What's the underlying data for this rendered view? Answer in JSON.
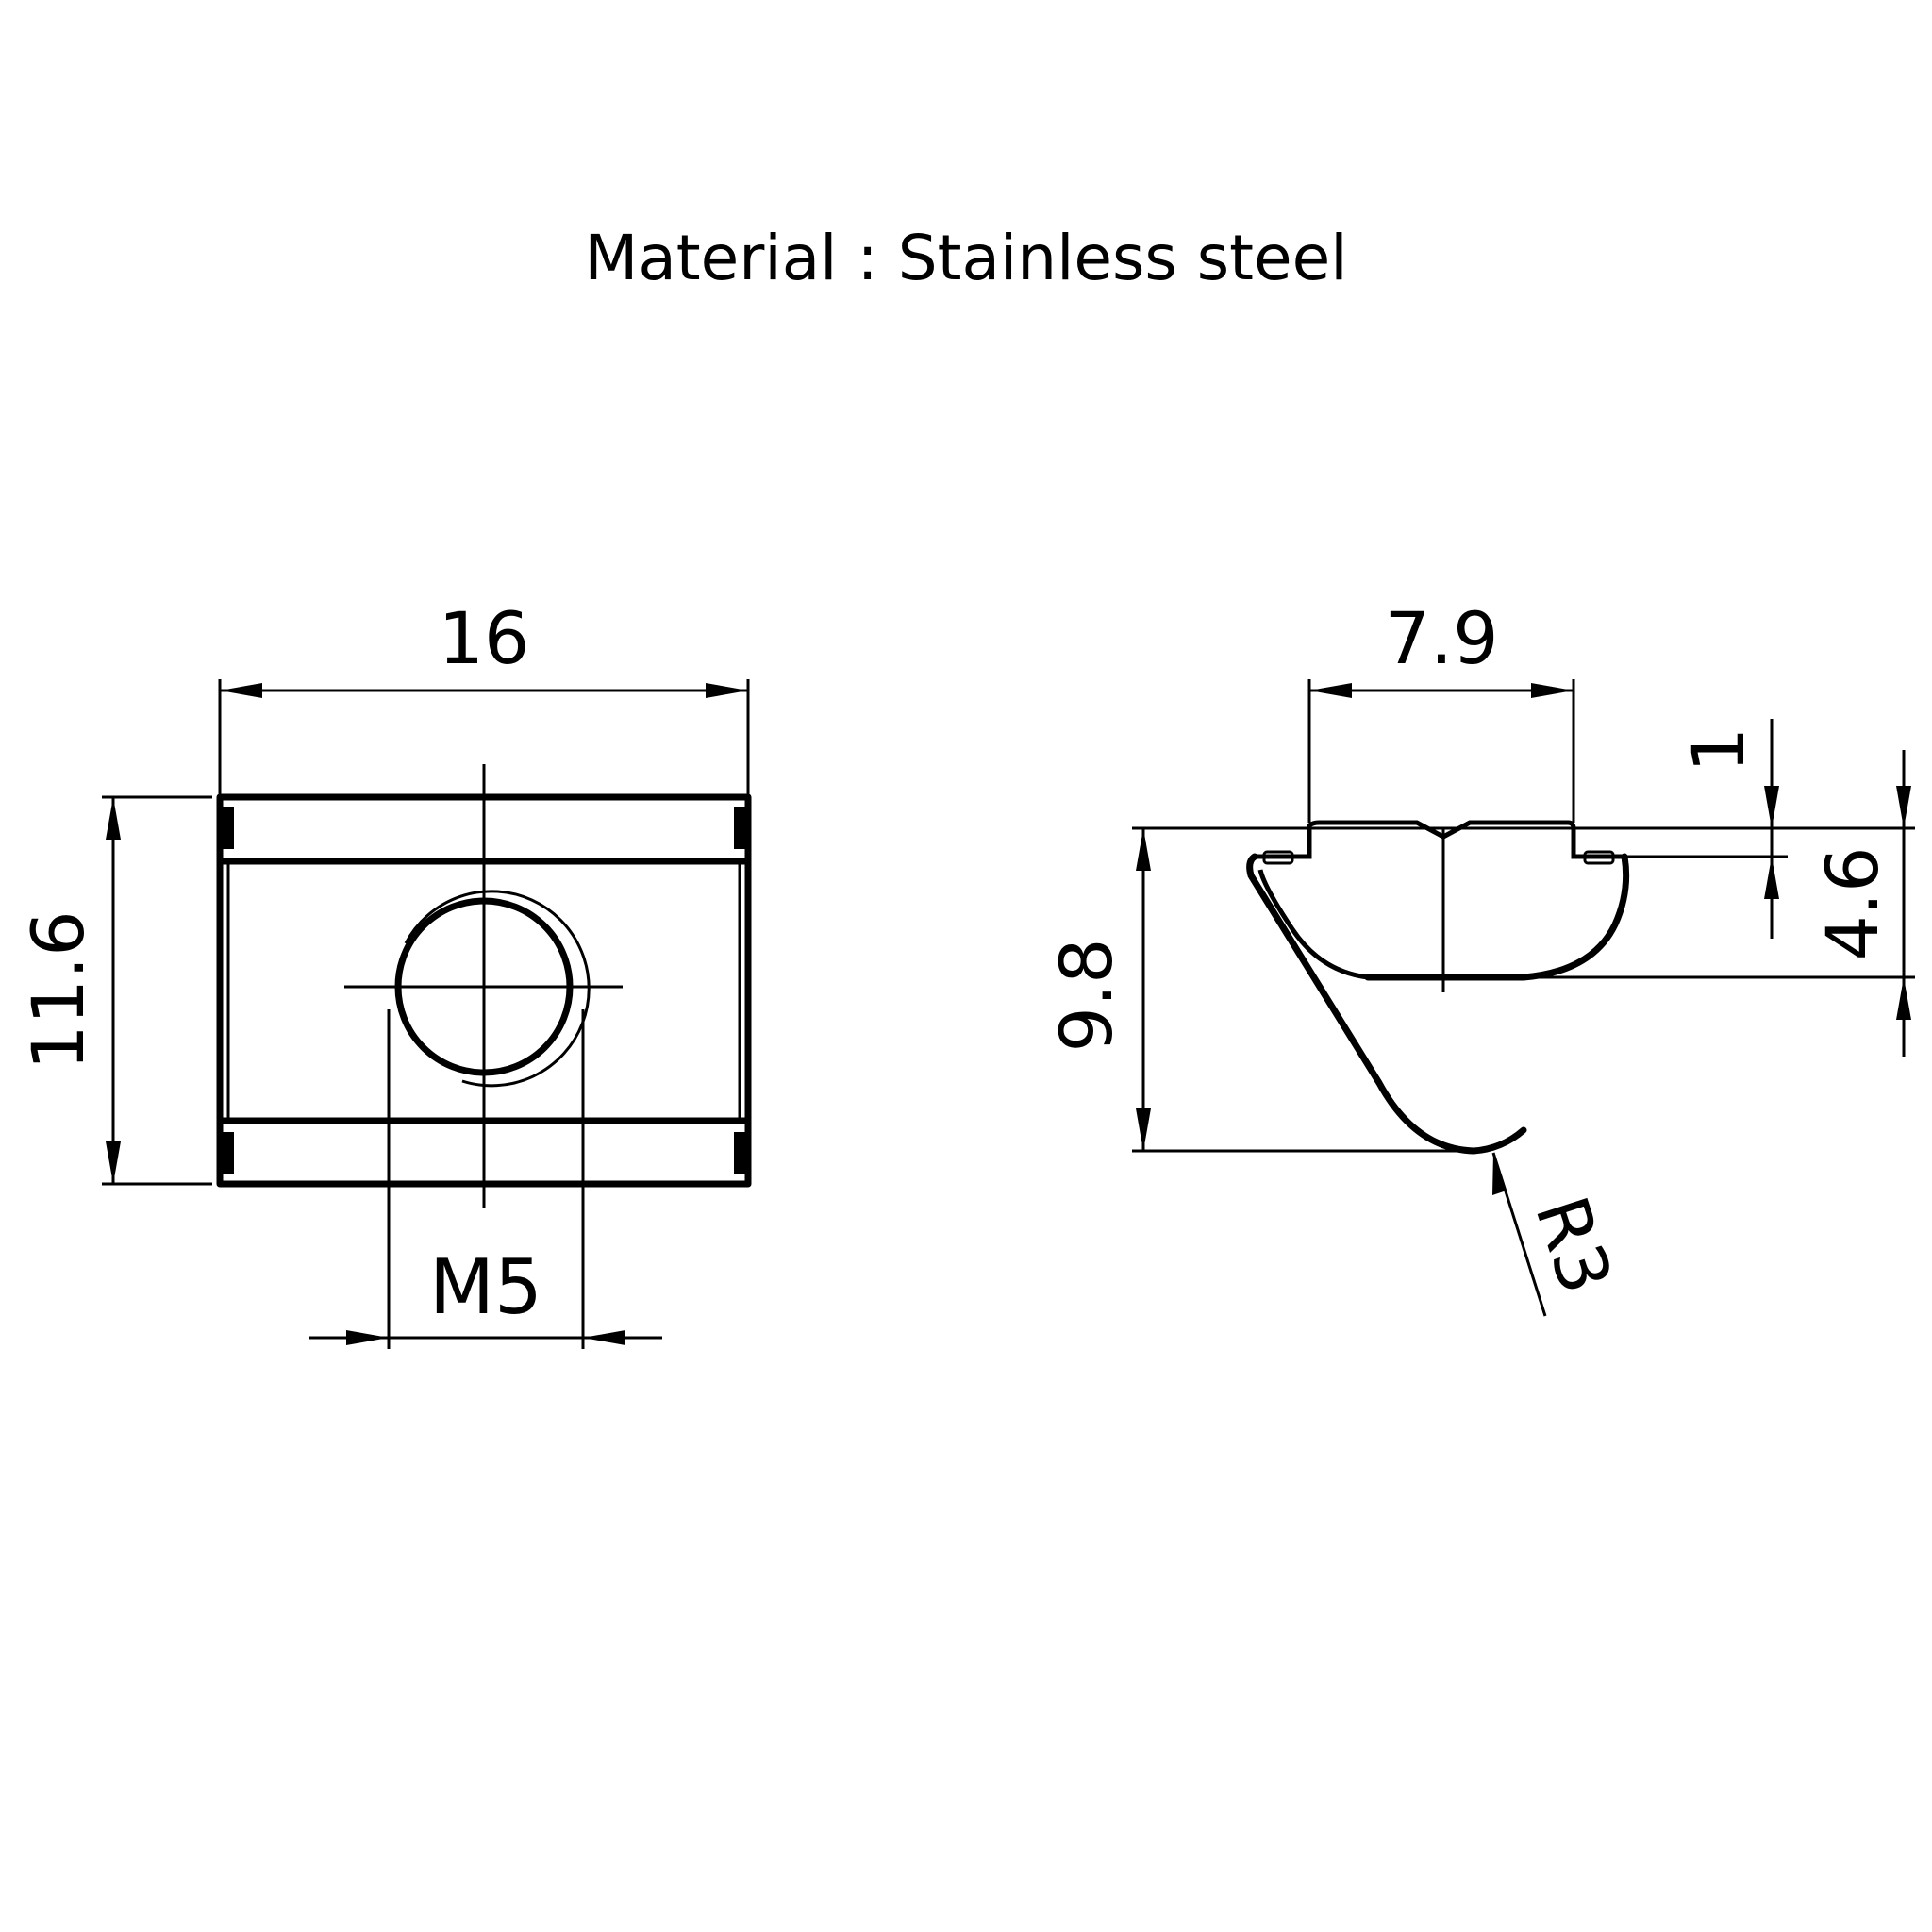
{
  "title": "Material : Stainless steel",
  "front_view": {
    "width_label": "16",
    "height_label": "11.6",
    "thread_label": "M5"
  },
  "side_view": {
    "top_width_label": "7.9",
    "step_label": "1",
    "body_height_label": "4.6",
    "total_height_label": "9.8",
    "radius_label": "R3"
  }
}
